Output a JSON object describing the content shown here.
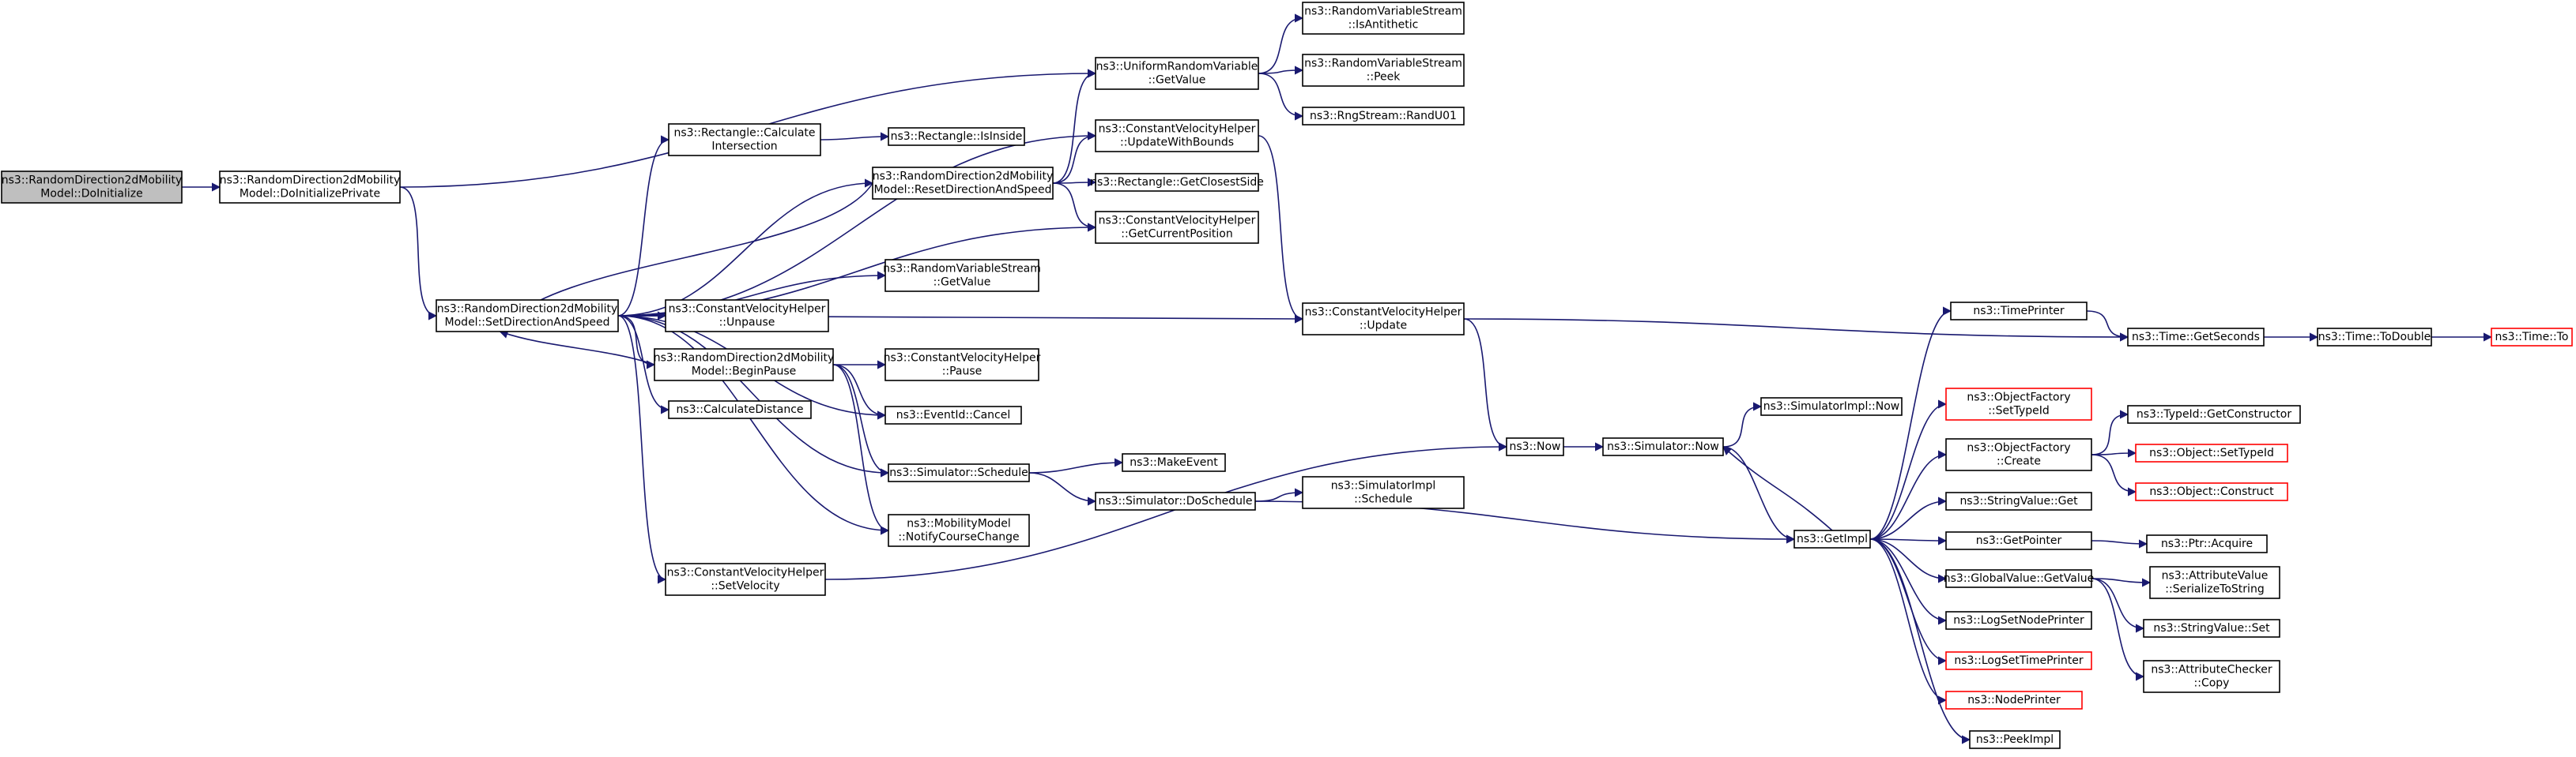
{
  "nodes": {
    "n0": {
      "lines": [
        "ns3::RandomDirection2dMobility",
        "Model::DoInitialize"
      ],
      "kind": "root"
    },
    "n1": {
      "lines": [
        "ns3::RandomDirection2dMobility",
        "Model::DoInitializePrivate"
      ]
    },
    "n2": {
      "lines": [
        "ns3::RandomDirection2dMobility",
        "Model::SetDirectionAndSpeed"
      ]
    },
    "n3": {
      "lines": [
        "ns3::Rectangle::Calculate",
        "Intersection"
      ]
    },
    "n4": {
      "lines": [
        "ns3::Rectangle::IsInside"
      ]
    },
    "n5": {
      "lines": [
        "ns3::RandomDirection2dMobility",
        "Model::ResetDirectionAndSpeed"
      ]
    },
    "n6": {
      "lines": [
        "ns3::UniformRandomVariable",
        "::GetValue"
      ]
    },
    "n7": {
      "lines": [
        "ns3::RandomVariableStream",
        "::IsAntithetic"
      ]
    },
    "n8": {
      "lines": [
        "ns3::RandomVariableStream",
        "::Peek"
      ]
    },
    "n9": {
      "lines": [
        "ns3::RngStream::RandU01"
      ]
    },
    "n10": {
      "lines": [
        "ns3::ConstantVelocityHelper",
        "::UpdateWithBounds"
      ]
    },
    "n11": {
      "lines": [
        "ns3::Rectangle::GetClosestSide"
      ]
    },
    "n12": {
      "lines": [
        "ns3::ConstantVelocityHelper",
        "::GetCurrentPosition"
      ]
    },
    "n13": {
      "lines": [
        "ns3::RandomVariableStream",
        "::GetValue"
      ]
    },
    "n14": {
      "lines": [
        "ns3::ConstantVelocityHelper",
        "::Unpause"
      ]
    },
    "n15": {
      "lines": [
        "ns3::RandomDirection2dMobility",
        "Model::BeginPause"
      ]
    },
    "n16": {
      "lines": [
        "ns3::ConstantVelocityHelper",
        "::Pause"
      ]
    },
    "n17": {
      "lines": [
        "ns3::ConstantVelocityHelper",
        "::Update"
      ]
    },
    "n18": {
      "lines": [
        "ns3::CalculateDistance"
      ]
    },
    "n19": {
      "lines": [
        "ns3::EventId::Cancel"
      ]
    },
    "n20": {
      "lines": [
        "ns3::Simulator::Schedule"
      ]
    },
    "n21": {
      "lines": [
        "ns3::MakeEvent"
      ]
    },
    "n22": {
      "lines": [
        "ns3::Simulator::DoSchedule"
      ]
    },
    "n23": {
      "lines": [
        "ns3::SimulatorImpl",
        "::Schedule"
      ]
    },
    "n24": {
      "lines": [
        "ns3::MobilityModel",
        "::NotifyCourseChange"
      ]
    },
    "n25": {
      "lines": [
        "ns3::ConstantVelocityHelper",
        "::SetVelocity"
      ]
    },
    "n26": {
      "lines": [
        "ns3::Now"
      ]
    },
    "n27": {
      "lines": [
        "ns3::Simulator::Now"
      ]
    },
    "n28": {
      "lines": [
        "ns3::SimulatorImpl::Now"
      ]
    },
    "n29": {
      "lines": [
        "ns3::GetImpl"
      ]
    },
    "n30": {
      "lines": [
        "ns3::TimePrinter"
      ]
    },
    "n31": {
      "lines": [
        "ns3::Time::GetSeconds"
      ]
    },
    "n32": {
      "lines": [
        "ns3::Time::ToDouble"
      ]
    },
    "n33": {
      "lines": [
        "ns3::Time::To"
      ],
      "kind": "ext"
    },
    "n34": {
      "lines": [
        "ns3::ObjectFactory",
        "::SetTypeId"
      ],
      "kind": "ext"
    },
    "n35": {
      "lines": [
        "ns3::ObjectFactory",
        "::Create"
      ]
    },
    "n36": {
      "lines": [
        "ns3::TypeId::GetConstructor"
      ]
    },
    "n37": {
      "lines": [
        "ns3::Object::SetTypeId"
      ],
      "kind": "ext"
    },
    "n38": {
      "lines": [
        "ns3::Object::Construct"
      ],
      "kind": "ext"
    },
    "n39": {
      "lines": [
        "ns3::StringValue::Get"
      ]
    },
    "n40": {
      "lines": [
        "ns3::GetPointer"
      ]
    },
    "n41": {
      "lines": [
        "ns3::Ptr::Acquire"
      ]
    },
    "n42": {
      "lines": [
        "ns3::GlobalValue::GetValue"
      ]
    },
    "n43": {
      "lines": [
        "ns3::AttributeValue",
        "::SerializeToString"
      ]
    },
    "n44": {
      "lines": [
        "ns3::StringValue::Set"
      ]
    },
    "n45": {
      "lines": [
        "ns3::LogSetNodePrinter"
      ]
    },
    "n46": {
      "lines": [
        "ns3::LogSetTimePrinter"
      ],
      "kind": "ext"
    },
    "n47": {
      "lines": [
        "ns3::AttributeChecker",
        "::Copy"
      ]
    },
    "n48": {
      "lines": [
        "ns3::NodePrinter"
      ],
      "kind": "ext"
    },
    "n49": {
      "lines": [
        "ns3::PeekImpl"
      ]
    }
  },
  "colors": {
    "edge": "#191970",
    "root_fill": "#bfbfbf",
    "external_border": "#ff0000"
  }
}
